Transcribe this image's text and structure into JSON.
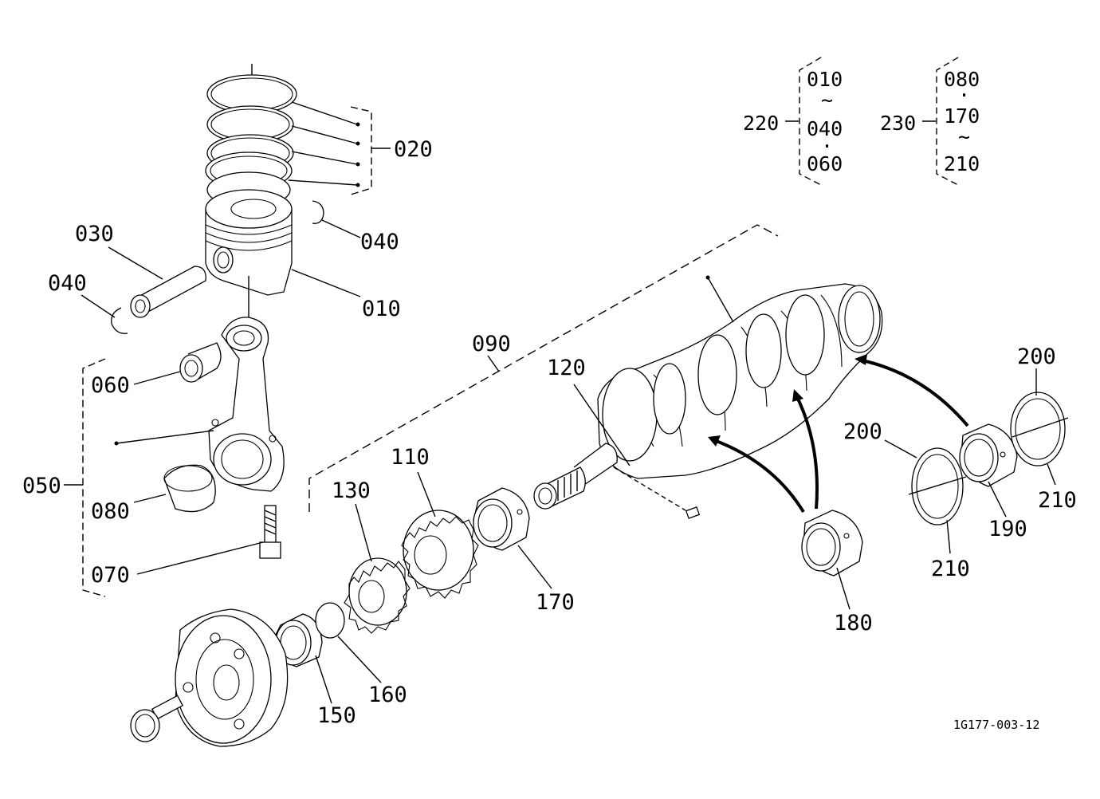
{
  "drawing_code": "1G177-003-12",
  "labels": {
    "l010": "010",
    "l020": "020",
    "l030": "030",
    "l040a": "040",
    "l040b": "040",
    "l050": "050",
    "l060": "060",
    "l070": "070",
    "l080": "080",
    "l090": "090",
    "l110": "110",
    "l120": "120",
    "l130": "130",
    "l150": "150",
    "l160": "160",
    "l170": "170",
    "l180": "180",
    "l190": "190",
    "l200a": "200",
    "l200b": "200",
    "l210a": "210",
    "l210b": "210"
  },
  "kit_220": {
    "label": "220",
    "first": "010",
    "tilde1": "~",
    "mid": "040",
    "dot": "·",
    "last": "060"
  },
  "kit_230": {
    "label": "230",
    "first": "080",
    "dot": "·",
    "mid": "170",
    "tilde1": "~",
    "last": "210"
  }
}
